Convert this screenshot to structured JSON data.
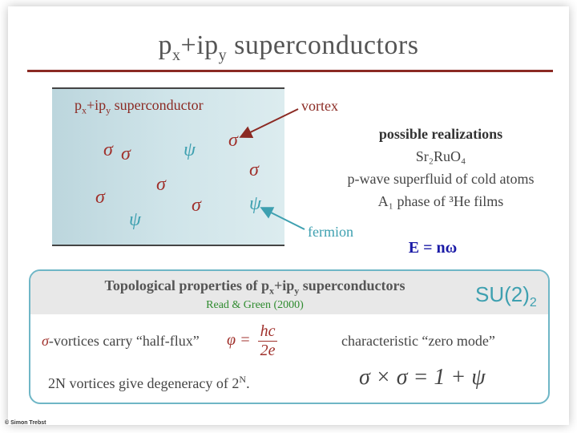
{
  "slide": {
    "title_main": "p",
    "title_sub1": "x",
    "title_mid": "+ip",
    "title_sub2": "y",
    "title_rest": " superconductors"
  },
  "panel": {
    "title_p": "p",
    "title_sub1": "x",
    "title_mid": "+ip",
    "title_sub2": "y",
    "title_rest": " superconductor",
    "sigma_symbol": "σ",
    "psi_symbol": "ψ"
  },
  "callouts": {
    "vortex": "vortex",
    "fermion": "fermion"
  },
  "realizations": {
    "heading": "possible realizations",
    "items": [
      "Sr₂RuO₄",
      "p-wave superfluid of cold atoms",
      "A₁ phase of ³He films"
    ]
  },
  "energy": "E = nω",
  "properties": {
    "title_main": "Topological properties of p",
    "title_sub1": "x",
    "title_mid": "+ip",
    "title_sub2": "y",
    "title_rest": " superconductors",
    "reference": "Read & Green (2000)",
    "su2": "SU(2)",
    "su2_sub": "2",
    "row1_left": "-vortices carry “half-flux”",
    "row1_sigma": "σ",
    "phi_lhs": "φ =",
    "phi_num": "hc",
    "phi_den": "2e",
    "row1_right": "characteristic “zero mode”",
    "row2_left": "2N vortices give degeneracy of 2",
    "row2_sup": "N",
    "row2_end": ".",
    "fusion": "σ × σ = 1 + ψ"
  },
  "footer": "© Simon Trebst",
  "colors": {
    "accent_red": "#8b2a23",
    "teal": "#3ea0b0",
    "green": "#2e8b2e",
    "blue": "#1a1aa6"
  }
}
